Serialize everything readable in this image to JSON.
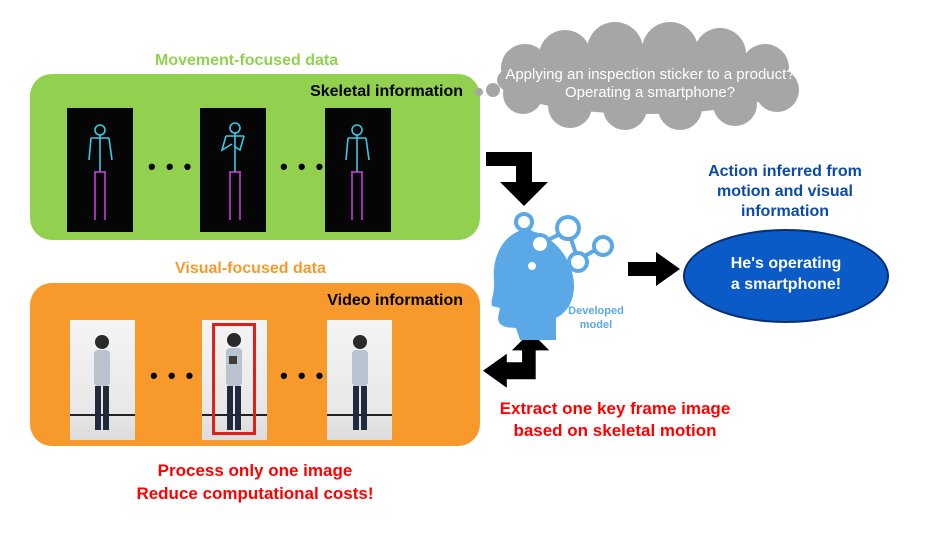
{
  "movement": {
    "heading": "Movement-focused data",
    "panel_title": "Skeletal information",
    "ellipsis": "• • •",
    "color": "#92d050"
  },
  "visual": {
    "heading": "Visual-focused data",
    "panel_title": "Video information",
    "ellipsis": "• • •",
    "color": "#f79a2b"
  },
  "cloud": {
    "line1": "Applying an inspection sticker to a product?",
    "line2": "Operating a smartphone?"
  },
  "model": {
    "label_line1": "Developed",
    "label_line2": "model",
    "icon": "ai-head-network-icon"
  },
  "inference": {
    "title_line1": "Action inferred from",
    "title_line2": "motion and visual",
    "title_line3": "information",
    "result_line1": "He's operating",
    "result_line2": "a smartphone!"
  },
  "keyframe": {
    "line1": "Extract one key frame image",
    "line2": "based on skeletal motion"
  },
  "benefit": {
    "line1": "Process only one image",
    "line2": "Reduce computational costs!"
  },
  "colors": {
    "heading_green": "#92d050",
    "heading_orange": "#f79a2b",
    "accent_red": "#ff0000",
    "accent_blue": "#0b4aa8",
    "ellipse_blue": "#0a5ac8",
    "model_blue": "#5aa9e6",
    "cloud_gray": "#a6a6a6"
  }
}
